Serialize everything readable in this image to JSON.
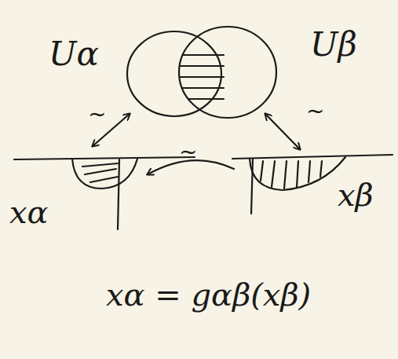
{
  "diagram": {
    "labels": [
      "Uα",
      "Uβ",
      "~",
      "~",
      "~",
      "xα",
      "xβ",
      "xα = gαβ(xβ)"
    ]
  }
}
